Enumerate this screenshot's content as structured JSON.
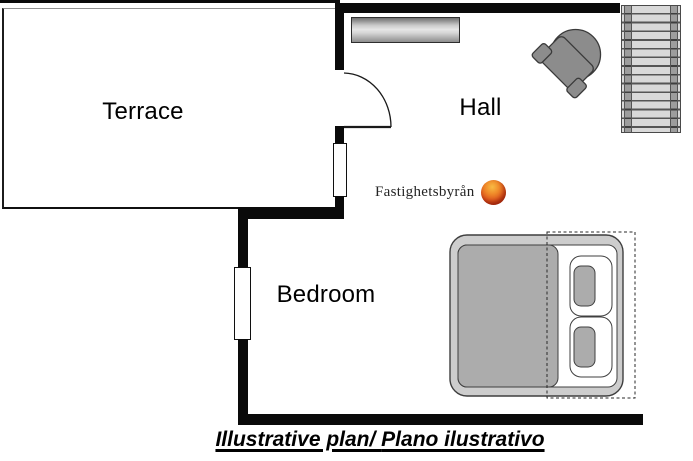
{
  "rooms": {
    "terrace": "Terrace",
    "hall": "Hall",
    "bedroom": "Bedroom"
  },
  "logo": {
    "brand": "Fastighetsbyrån"
  },
  "caption": {
    "primary": "Illustrative plan",
    "separator": "/ ",
    "secondary": "Plano ilustrativo"
  },
  "icons": {
    "staircase": "staircase",
    "armchair": "armchair",
    "double_bed": "double-bed",
    "sideboard": "sideboard",
    "door_swing": "door-swing",
    "window": "window",
    "globe": "logo-globe",
    "wardrobe_dashed": "dashed-wardrobe-outline"
  },
  "colors": {
    "wall": "#0a0a0a",
    "furniture_grey": "#8c8c8c",
    "bed_frame": "#cdcdcd",
    "duvet_grey": "#acacac",
    "stairs_bg": "#d9d9d9",
    "logo_orange": "#e05a1e",
    "text": "#000000"
  }
}
